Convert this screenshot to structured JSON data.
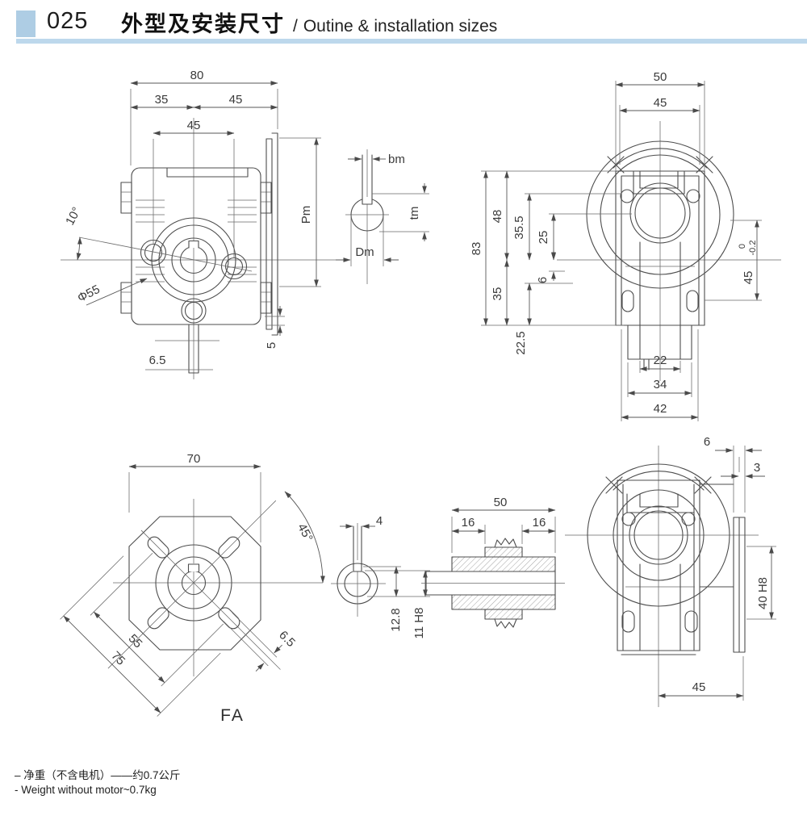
{
  "header": {
    "page_number": "025",
    "title_zh": "外型及安装尺寸",
    "title_divider": "/",
    "title_en": "Outine & installation sizes"
  },
  "footer": {
    "weight_zh": "– 净重（不含电机）——约0.7公斤",
    "weight_en": "- Weight without motor~0.7kg"
  },
  "colors": {
    "accent_blue": "#aecde4",
    "rule_blue": "#bdd8ec",
    "drawing_line": "#4d4d4d",
    "dim_text": "#3a3a3a"
  },
  "views": {
    "front": {
      "dims": {
        "overall_width": "80",
        "left_width": "35",
        "right_width": "45",
        "bolt_spacing": "45",
        "tilt_angle": "10°",
        "bolt_circle_dia": "Φ55",
        "worm_offset": "6.5",
        "foot_step": "5",
        "motor_flange_height": "Pm"
      }
    },
    "motor_shaft": {
      "dims": {
        "key_width": "bm",
        "key_height": "tm",
        "shaft_dia": "Dm"
      }
    },
    "side": {
      "dims": {
        "top_width": "50",
        "flange_width": "45",
        "overall_height": "83",
        "upper_height": "48",
        "center_height": "35.5",
        "center_distance": "25",
        "lug_offset": "6",
        "lower_height": "35",
        "foot_height": "22.5",
        "hub_bore": "22",
        "hub_dia": "34",
        "hub_flange_dia": "42",
        "flange_size": "45",
        "flange_tol_upper": "0",
        "flange_tol_lower": "-0.2"
      }
    },
    "fa_flange": {
      "label": "FA",
      "dims": {
        "overall_width": "70",
        "hole_angle": "45°",
        "bolt_spacing": "55",
        "corner_span": "75",
        "slot_width": "6.5"
      }
    },
    "output_bore": {
      "dims": {
        "key_width": "4",
        "key_height": "12.8",
        "bore_dia": "11 H8"
      }
    },
    "hollow_shaft": {
      "dims": {
        "length": "50",
        "left_step": "16",
        "right_step": "16"
      }
    },
    "output_side": {
      "dims": {
        "flange_thickness": "6",
        "spigot_thickness": "3",
        "spigot_dia": "40 H8",
        "hub_offset": "45"
      }
    }
  }
}
